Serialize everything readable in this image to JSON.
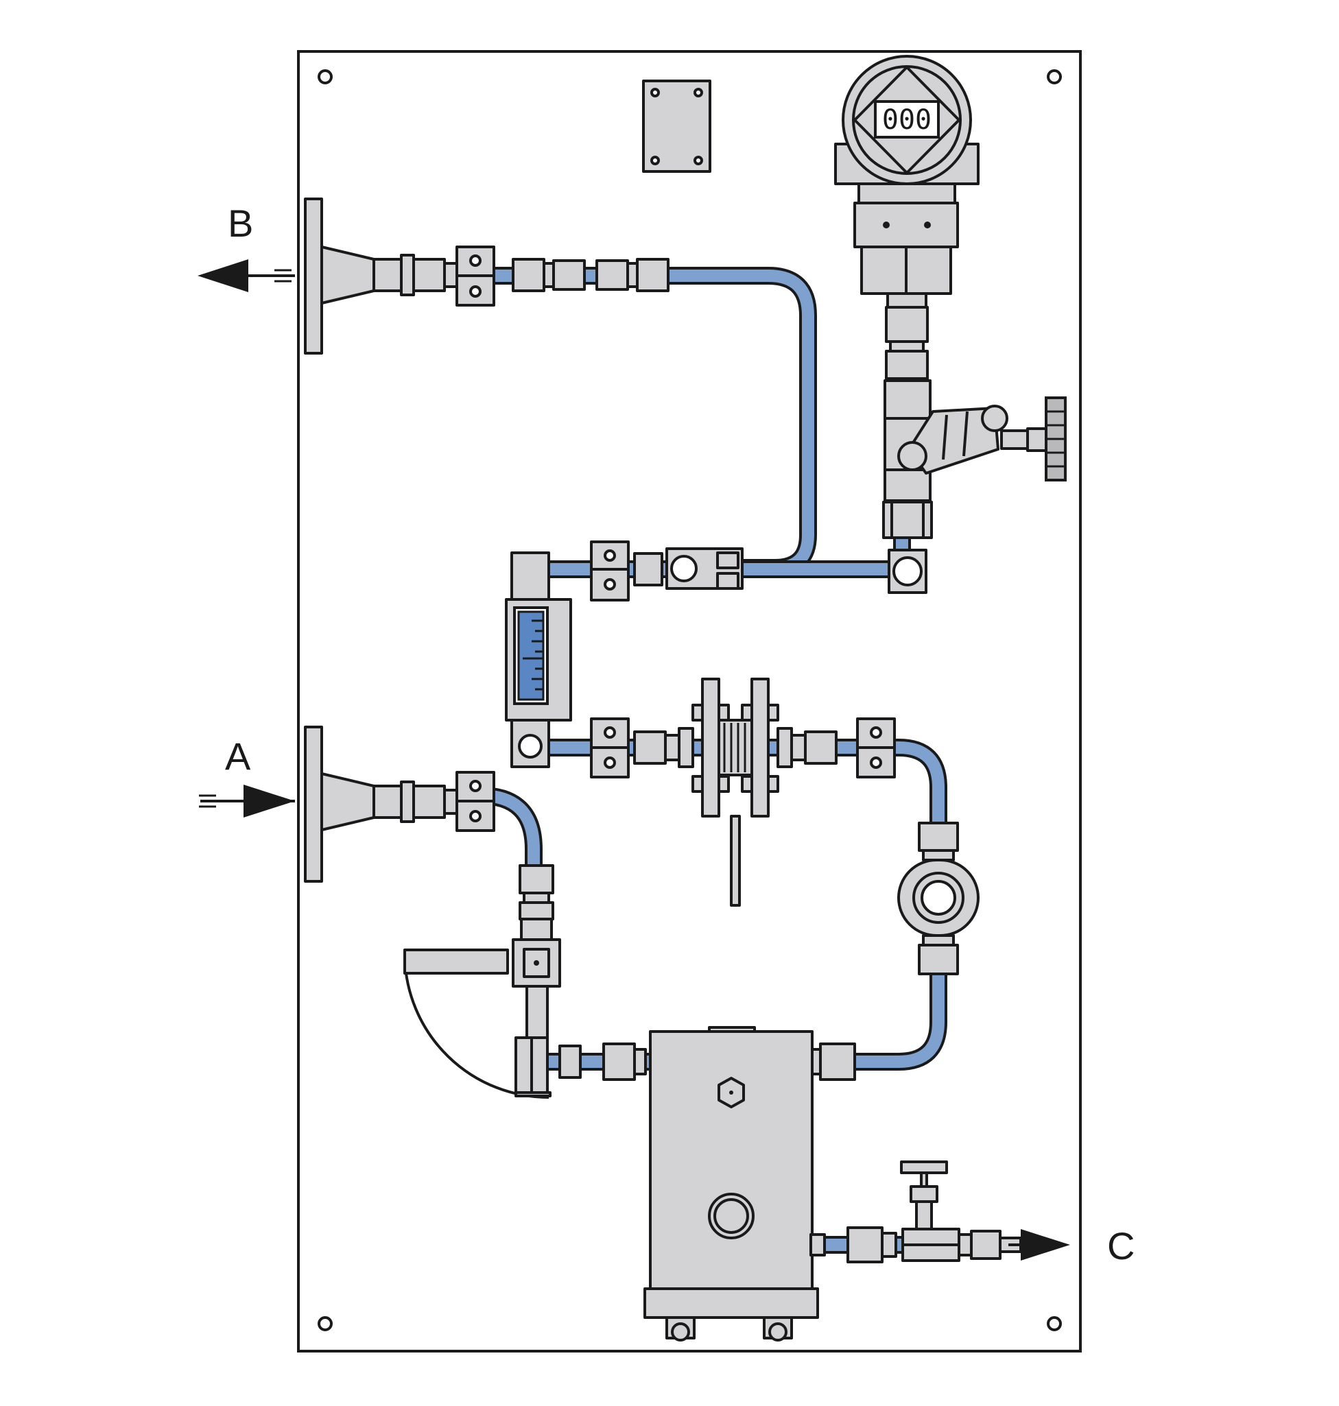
{
  "labels": {
    "outlet_b": "B",
    "inlet_a": "A",
    "drain_c": "C"
  },
  "transmitter": {
    "display": "000"
  },
  "colors": {
    "pipe": "#7ea1d0",
    "metal": "#d3d3d5",
    "outline": "#1a1a1a",
    "background": "#ffffff"
  }
}
